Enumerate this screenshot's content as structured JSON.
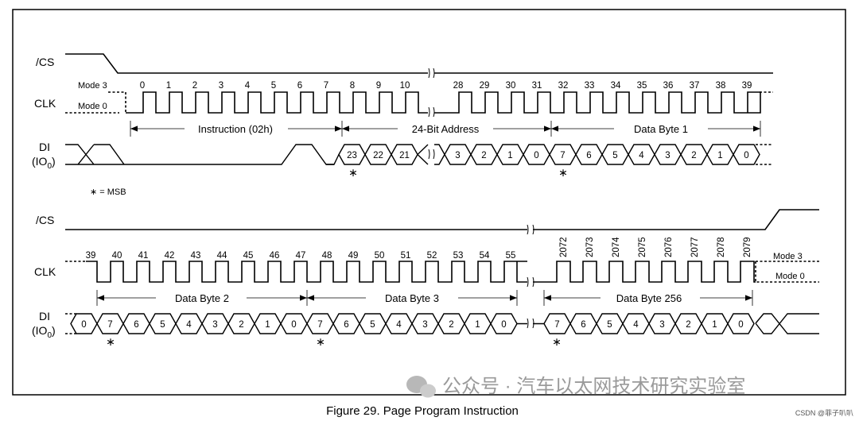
{
  "signals": {
    "cs": "/CS",
    "clk": "CLK",
    "di_main": "DI",
    "di_sub_pre": "(IO",
    "di_sub_idx": "0",
    "di_sub_post": ")"
  },
  "modes": {
    "mode3": "Mode 3",
    "mode0": "Mode 0"
  },
  "msb_note": "∗ = MSB",
  "asterisk": "∗",
  "top_clock_labels": [
    "0",
    "1",
    "2",
    "3",
    "4",
    "5",
    "6",
    "7",
    "8",
    "9",
    "10",
    "28",
    "29",
    "30",
    "31",
    "32",
    "33",
    "34",
    "35",
    "36",
    "37",
    "38",
    "39"
  ],
  "bottom_clock_labels": [
    "39",
    "40",
    "41",
    "42",
    "43",
    "44",
    "45",
    "46",
    "47",
    "48",
    "49",
    "50",
    "51",
    "52",
    "53",
    "54",
    "55",
    "2072",
    "2073",
    "2074",
    "2075",
    "2076",
    "2077",
    "2078",
    "2079"
  ],
  "top_sections": [
    "Instruction (02h)",
    "24-Bit Address",
    "Data Byte 1"
  ],
  "bottom_sections": [
    "Data Byte 2",
    "Data Byte 3",
    "Data Byte 256"
  ],
  "top_di_bits": [
    "23",
    "22",
    "21",
    "3",
    "2",
    "1",
    "0",
    "7",
    "6",
    "5",
    "4",
    "3",
    "2",
    "1",
    "0"
  ],
  "bottom_di_bits": [
    "0",
    "7",
    "6",
    "5",
    "4",
    "3",
    "2",
    "1",
    "0",
    "7",
    "6",
    "5",
    "4",
    "3",
    "2",
    "1",
    "0",
    "7",
    "6",
    "5",
    "4",
    "3",
    "2",
    "1",
    "0"
  ],
  "caption": "Figure 29. Page Program Instruction",
  "watermark": "公众号 · 汽车以太网技术研究实验室",
  "credit": "CSDN @菲子叭叭",
  "colors": {
    "line": "#000000",
    "watermark": "#9a9a9a"
  }
}
